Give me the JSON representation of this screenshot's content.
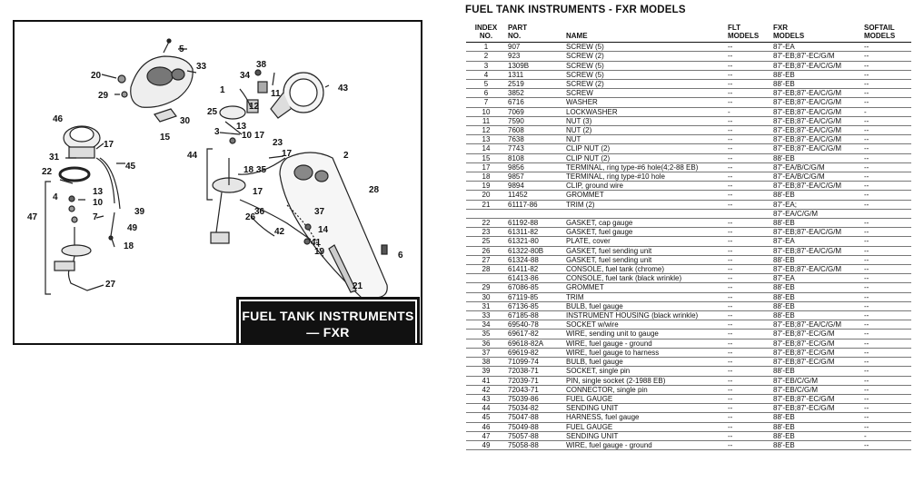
{
  "diagram": {
    "caption_line1": "FUEL TANK INSTRUMENTS",
    "caption_line2": "— FXR",
    "callouts": [
      "5",
      "33",
      "20",
      "29",
      "38",
      "34",
      "11",
      "43",
      "30",
      "15",
      "1",
      "25",
      "13",
      "12",
      "3",
      "10",
      "17",
      "23",
      "46",
      "31",
      "17",
      "45",
      "44",
      "17",
      "2",
      "18",
      "35",
      "22",
      "4",
      "13",
      "10",
      "7",
      "28",
      "39",
      "49",
      "47",
      "17",
      "26",
      "36",
      "37",
      "42",
      "41",
      "14",
      "19",
      "18",
      "6",
      "27",
      "21"
    ]
  },
  "page_title": "FUEL TANK INSTRUMENTS - FXR MODELS",
  "table": {
    "headers": {
      "index": [
        "INDEX",
        "NO."
      ],
      "part": [
        "PART",
        "NO."
      ],
      "name": [
        "",
        "NAME"
      ],
      "flt": [
        "FLT",
        "MODELS"
      ],
      "fxr": [
        "FXR",
        "MODELS"
      ],
      "softail": [
        "SOFTAIL",
        "MODELS"
      ]
    },
    "rows": [
      {
        "index": "1",
        "part": "907",
        "name": "SCREW (5)",
        "flt": "--",
        "fxr": "87'-EA",
        "softail": "--"
      },
      {
        "index": "2",
        "part": "923",
        "name": "SCREW (2)",
        "flt": "--",
        "fxr": "87'-EB;87'-EC/G/M",
        "softail": "--"
      },
      {
        "index": "3",
        "part": "1309B",
        "name": "SCREW (5)",
        "flt": "--",
        "fxr": "87'-EB;87'-EA/C/G/M",
        "softail": "--"
      },
      {
        "index": "4",
        "part": "1311",
        "name": "SCREW (5)",
        "flt": "--",
        "fxr": "88'-EB",
        "softail": "--"
      },
      {
        "index": "5",
        "part": "2519",
        "name": "SCREW (2)",
        "flt": "--",
        "fxr": "88'-EB",
        "softail": "--"
      },
      {
        "index": "6",
        "part": "3852",
        "name": "SCREW",
        "flt": "--",
        "fxr": "87'-EB;87'-EA/C/G/M",
        "softail": "--"
      },
      {
        "index": "7",
        "part": "6716",
        "name": "WASHER",
        "flt": "--",
        "fxr": "87'-EB;87'-EA/C/G/M",
        "softail": "--"
      },
      {
        "index": "10",
        "part": "7069",
        "name": "LOCKWASHER",
        "flt": "-",
        "fxr": "87'-EB;87'-EA/C/G/M",
        "softail": "-"
      },
      {
        "index": "11",
        "part": "7590",
        "name": "NUT (3)",
        "flt": "--",
        "fxr": "87'-EB;87'-EA/C/G/M",
        "softail": "--"
      },
      {
        "index": "12",
        "part": "7608",
        "name": "NUT (2)",
        "flt": "--",
        "fxr": "87'-EB;87'-EA/C/G/M",
        "softail": "--"
      },
      {
        "index": "13",
        "part": "7638",
        "name": "NUT",
        "flt": "--",
        "fxr": "87'-EB;87'-EA/C/G/M",
        "softail": "--"
      },
      {
        "index": "14",
        "part": "7743",
        "name": "CLIP NUT (2)",
        "flt": "--",
        "fxr": "87'-EB;87'-EA/C/G/M",
        "softail": "--"
      },
      {
        "index": "15",
        "part": "8108",
        "name": "CLIP NUT (2)",
        "flt": "--",
        "fxr": "88'-EB",
        "softail": "--"
      },
      {
        "index": "17",
        "part": "9856",
        "name": "TERMINAL, ring type-#6 hole(4;2-88 EB)",
        "flt": "--",
        "fxr": "87'-EA/B/C/G/M",
        "softail": "--"
      },
      {
        "index": "18",
        "part": "9857",
        "name": "TERMINAL, ring type-#10 hole",
        "flt": "--",
        "fxr": "87'-EA/B/C/G/M",
        "softail": "--"
      },
      {
        "index": "19",
        "part": "9894",
        "name": "CLIP, ground wire",
        "flt": "--",
        "fxr": "87'-EB;87'-EA/C/G/M",
        "softail": "--"
      },
      {
        "index": "20",
        "part": "11452",
        "name": "GROMMET",
        "flt": "--",
        "fxr": "88'-EB",
        "softail": "--"
      },
      {
        "index": "21",
        "part": "61117-86",
        "name": "TRIM (2)",
        "flt": "--",
        "fxr": "87'-EA;",
        "softail": "--"
      },
      {
        "index": "",
        "part": "",
        "name": "",
        "flt": "",
        "fxr": "87'-EA/C/G/M",
        "softail": ""
      },
      {
        "index": "22",
        "part": "61192-88",
        "name": "GASKET, cap gauge",
        "flt": "--",
        "fxr": "88'-EB",
        "softail": "--"
      },
      {
        "index": "23",
        "part": "61311-82",
        "name": "GASKET, fuel gauge",
        "flt": "--",
        "fxr": "87'-EB;87'-EA/C/G/M",
        "softail": "--"
      },
      {
        "index": "25",
        "part": "61321-80",
        "name": "PLATE, cover",
        "flt": "--",
        "fxr": "87'-EA",
        "softail": "--"
      },
      {
        "index": "26",
        "part": "61322-80B",
        "name": "GASKET, fuel sending unit",
        "flt": "--",
        "fxr": "87'-EB;87'-EA/C/G/M",
        "softail": "--"
      },
      {
        "index": "27",
        "part": "61324-88",
        "name": "GASKET, fuel sending unit",
        "flt": "--",
        "fxr": "88'-EB",
        "softail": "--"
      },
      {
        "index": "28",
        "part": "61411-82",
        "name": "CONSOLE, fuel tank (chrome)",
        "flt": "--",
        "fxr": "87'-EB;87'-EA/C/G/M",
        "softail": "--"
      },
      {
        "index": "",
        "part": "61413-86",
        "name": "CONSOLE, fuel tank (black wrinkle)",
        "flt": "--",
        "fxr": "87'-EA",
        "softail": "--"
      },
      {
        "index": "29",
        "part": "67086-85",
        "name": "GROMMET",
        "flt": "--",
        "fxr": "88'-EB",
        "softail": "--"
      },
      {
        "index": "30",
        "part": "67119-85",
        "name": "TRIM",
        "flt": "--",
        "fxr": "88'-EB",
        "softail": "--"
      },
      {
        "index": "31",
        "part": "67136-85",
        "name": "BULB, fuel gauge",
        "flt": "--",
        "fxr": "88'-EB",
        "softail": "--"
      },
      {
        "index": "33",
        "part": "67185-88",
        "name": "INSTRUMENT HOUSING (black wrinkle)",
        "flt": "--",
        "fxr": "88'-EB",
        "softail": "--"
      },
      {
        "index": "34",
        "part": "69540-78",
        "name": "SOCKET w/wire",
        "flt": "--",
        "fxr": "87'-EB;87'-EA/C/G/M",
        "softail": "--"
      },
      {
        "index": "35",
        "part": "69617-82",
        "name": "WIRE, sending unit to gauge",
        "flt": "--",
        "fxr": "87'-EB;87'-EC/G/M",
        "softail": "--"
      },
      {
        "index": "36",
        "part": "69618-82A",
        "name": "WIRE, fuel gauge - ground",
        "flt": "--",
        "fxr": "87'-EB;87'-EC/G/M",
        "softail": "--"
      },
      {
        "index": "37",
        "part": "69619-82",
        "name": "WIRE, fuel gauge to harness",
        "flt": "--",
        "fxr": "87'-EB;87'-EC/G/M",
        "softail": "--"
      },
      {
        "index": "38",
        "part": "71099-74",
        "name": "BULB, fuel gauge",
        "flt": "--",
        "fxr": "87'-EB;87'-EC/G/M",
        "softail": "--"
      },
      {
        "index": "39",
        "part": "72038-71",
        "name": "SOCKET, single pin",
        "flt": "--",
        "fxr": "88'-EB",
        "softail": "--"
      },
      {
        "index": "41",
        "part": "72039-71",
        "name": "PIN, single socket (2-1988 EB)",
        "flt": "--",
        "fxr": "87'-EB/C/G/M",
        "softail": "--"
      },
      {
        "index": "42",
        "part": "72043-71",
        "name": "CONNECTOR, single pin",
        "flt": "--",
        "fxr": "87'-EB/C/G/M",
        "softail": "--"
      },
      {
        "index": "43",
        "part": "75039-86",
        "name": "FUEL GAUGE",
        "flt": "--",
        "fxr": "87'-EB;87'-EC/G/M",
        "softail": "--"
      },
      {
        "index": "44",
        "part": "75034-82",
        "name": "SENDING UNIT",
        "flt": "--",
        "fxr": "87'-EB;87'-EC/G/M",
        "softail": "--"
      },
      {
        "index": "45",
        "part": "75047-88",
        "name": "HARNESS, fuel gauge",
        "flt": "--",
        "fxr": "88'-EB",
        "softail": "--"
      },
      {
        "index": "46",
        "part": "75049-88",
        "name": "FUEL GAUGE",
        "flt": "--",
        "fxr": "88'-EB",
        "softail": "--"
      },
      {
        "index": "47",
        "part": "75057-88",
        "name": "SENDING UNIT",
        "flt": "--",
        "fxr": "88'-EB",
        "softail": "-"
      },
      {
        "index": "49",
        "part": "75058-88",
        "name": "WIRE, fuel gauge - ground",
        "flt": "--",
        "fxr": "88'-EB",
        "softail": "--"
      }
    ]
  }
}
